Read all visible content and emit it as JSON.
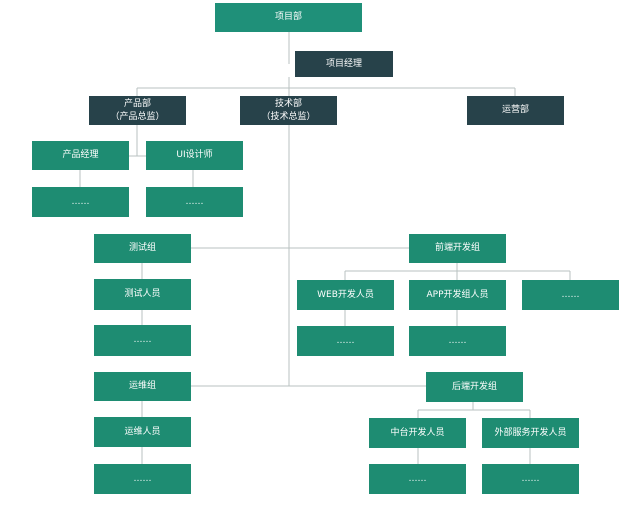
{
  "colors": {
    "node_green": "#1e8c72",
    "node_dark": "#27424a",
    "connector": "#b9c2c0"
  },
  "nodes": {
    "project_dept": "项目部",
    "project_manager": "项目经理",
    "product_dept": "产品部\n（产品总监）",
    "tech_dept": "技术部\n（技术总监）",
    "ops_dept": "运营部",
    "product_manager": "产品经理",
    "ui_designer": "UI设计师",
    "pm_more": "……",
    "ui_more": "……",
    "test_group": "测试组",
    "tester": "测试人员",
    "tester_more": "……",
    "frontend_group": "前端开发组",
    "web_dev": "WEB开发人员",
    "app_dev": "APP开发组人员",
    "frontend_more": "……",
    "web_more": "……",
    "app_more": "……",
    "devops_group": "运维组",
    "devops_staff": "运维人员",
    "devops_more": "……",
    "backend_group": "后端开发组",
    "middle_dev": "中台开发人员",
    "external_dev": "外部服务开发人员",
    "middle_more": "……",
    "external_more": "……"
  }
}
